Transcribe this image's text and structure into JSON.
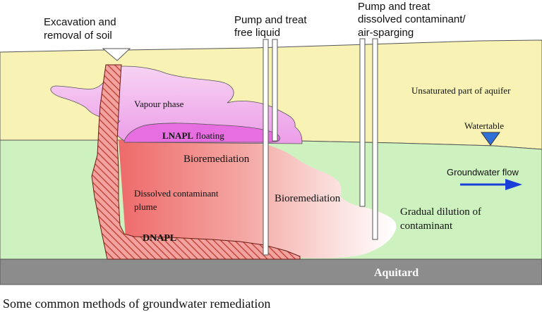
{
  "labels": {
    "excavation_line1": "Excavation and",
    "excavation_line2": "removal of soil",
    "pump_free_line1": "Pump and treat",
    "pump_free_line2": "free liquid",
    "pump_dissolved_line1": "Pump and treat",
    "pump_dissolved_line2": "dissolved contaminant/",
    "pump_dissolved_line3": "air-sparging",
    "unsaturated": "Unsaturated part of aquifer",
    "watertable": "Watertable",
    "vapour_phase": "Vapour phase",
    "lnapl_bold": "LNAPL",
    "lnapl_rest": " floating",
    "bioremediation_1": "Bioremediation",
    "bioremediation_2": "Bioremediation",
    "groundwater_flow": "Groundwater flow",
    "dissolved_plume_line1": "Dissolved contaminant",
    "dissolved_plume_line2": "plume",
    "gradual_dilution_line1": "Gradual dilution of",
    "gradual_dilution_line2": "contaminant",
    "dnapl": "DNAPL",
    "aquitard": "Aquitard",
    "caption": "Some common methods of groundwater remediation"
  },
  "colors": {
    "unsaturated_zone": "#f8f3b4",
    "saturated_zone": "#cdf2c0",
    "aquitard": "#8c8c8c",
    "vapour": "#f0b8ee",
    "lnapl": "#e66ee0",
    "plume": "#ee7070",
    "dnapl_hatch": "#c24a3c",
    "flow_arrow": "#1a3fd8",
    "watertable_marker": "#2f6fd8"
  }
}
